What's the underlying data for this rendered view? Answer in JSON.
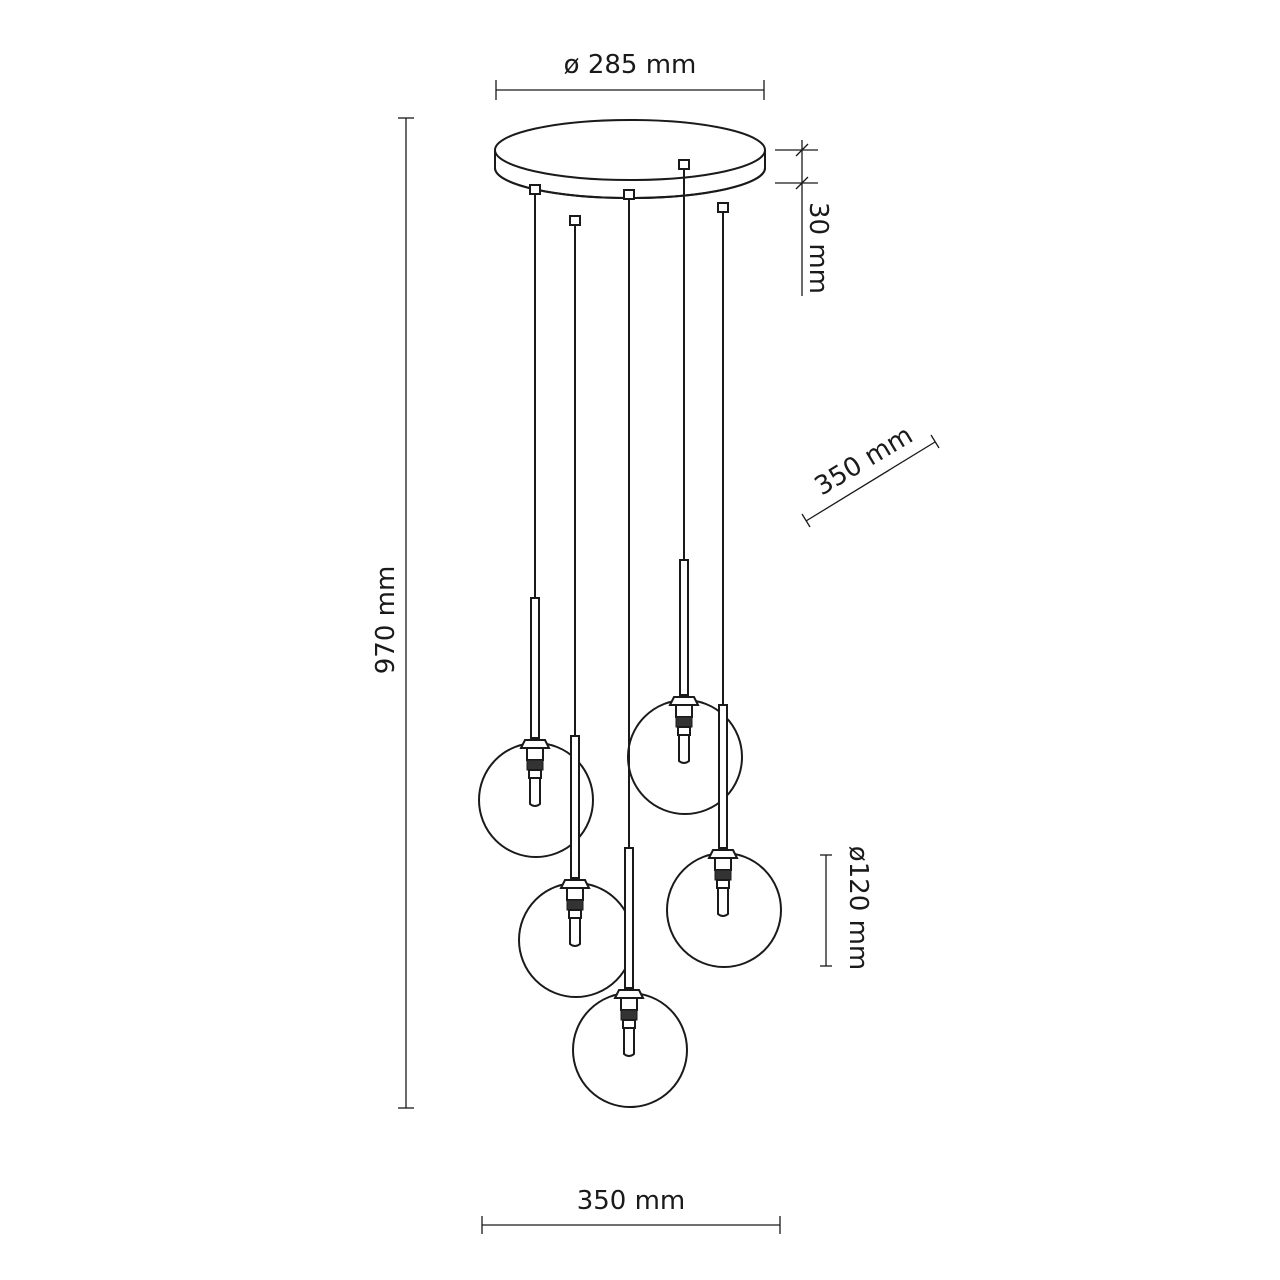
{
  "dimensions": {
    "canopy_diameter": "ø 285 mm",
    "canopy_height": "30 mm",
    "total_height": "970 mm",
    "spread_depth": "350 mm",
    "spread_width": "350 mm",
    "globe_diameter": "ø120 mm"
  },
  "pendant_count": 5
}
